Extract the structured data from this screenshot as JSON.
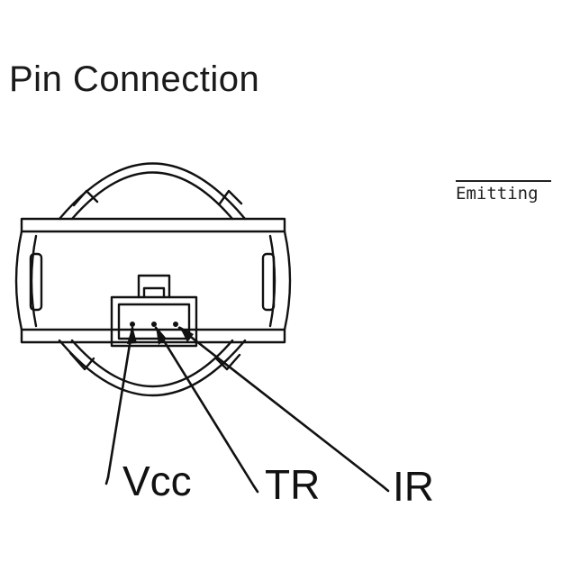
{
  "title": "Pin Connection",
  "side_label": "Emitting",
  "pins": [
    {
      "label": "Vcc"
    },
    {
      "label": "TR"
    },
    {
      "label": "IR"
    }
  ],
  "colors": {
    "line": "#111111",
    "background": "#ffffff"
  }
}
